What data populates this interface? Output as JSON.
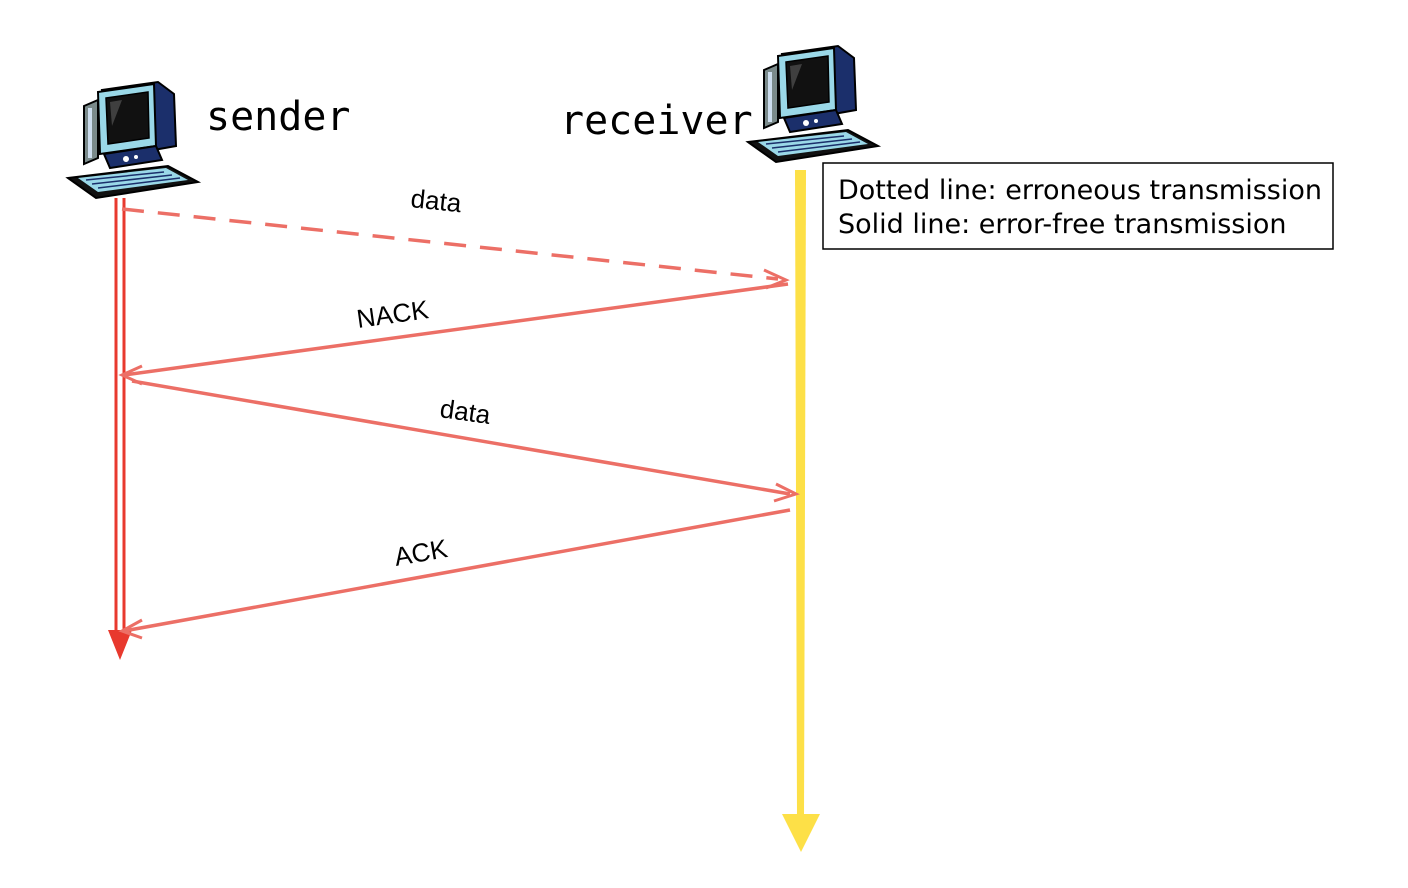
{
  "diagram": {
    "sender": {
      "label": "sender",
      "icon": "computer-icon"
    },
    "receiver": {
      "label": "receiver",
      "icon": "computer-icon"
    },
    "messages": [
      {
        "id": "msg1",
        "label": "data",
        "direction": "sender-to-receiver",
        "style": "dotted"
      },
      {
        "id": "msg2",
        "label": "NACK",
        "direction": "receiver-to-sender",
        "style": "solid"
      },
      {
        "id": "msg3",
        "label": "data",
        "direction": "sender-to-receiver",
        "style": "solid"
      },
      {
        "id": "msg4",
        "label": "ACK",
        "direction": "receiver-to-sender",
        "style": "solid"
      }
    ],
    "legend": {
      "line1": "Dotted line: erroneous transmission",
      "line2": "Solid line: error-free transmission"
    },
    "colors": {
      "message_line": "#ec6f66",
      "sender_timeline": "#e8392e",
      "receiver_timeline": "#fde047"
    }
  }
}
